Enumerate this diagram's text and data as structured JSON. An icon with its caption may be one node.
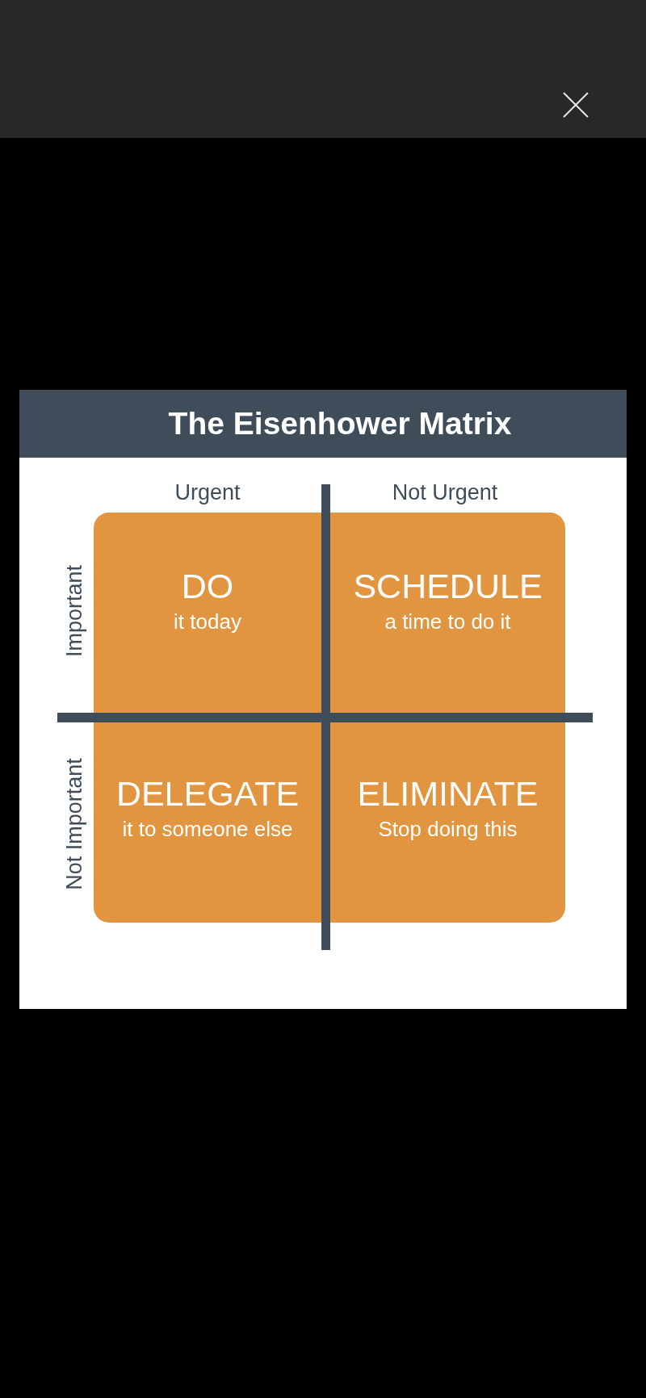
{
  "diagram": {
    "title": "The Eisenhower Matrix",
    "nodes": [
      {
        "text": [
          "DO",
          "it today"
        ]
      },
      {
        "text": [
          "SCHEDULE",
          "a time to do it"
        ]
      },
      {
        "text": [
          "DELEGATE",
          "it to someone else"
        ]
      },
      {
        "text": [
          "ELIMINATE",
          "Stop doing this"
        ]
      }
    ],
    "edges": [],
    "labels": [
      "Urgent",
      "Not Urgent",
      "Important",
      "Not Important"
    ]
  }
}
